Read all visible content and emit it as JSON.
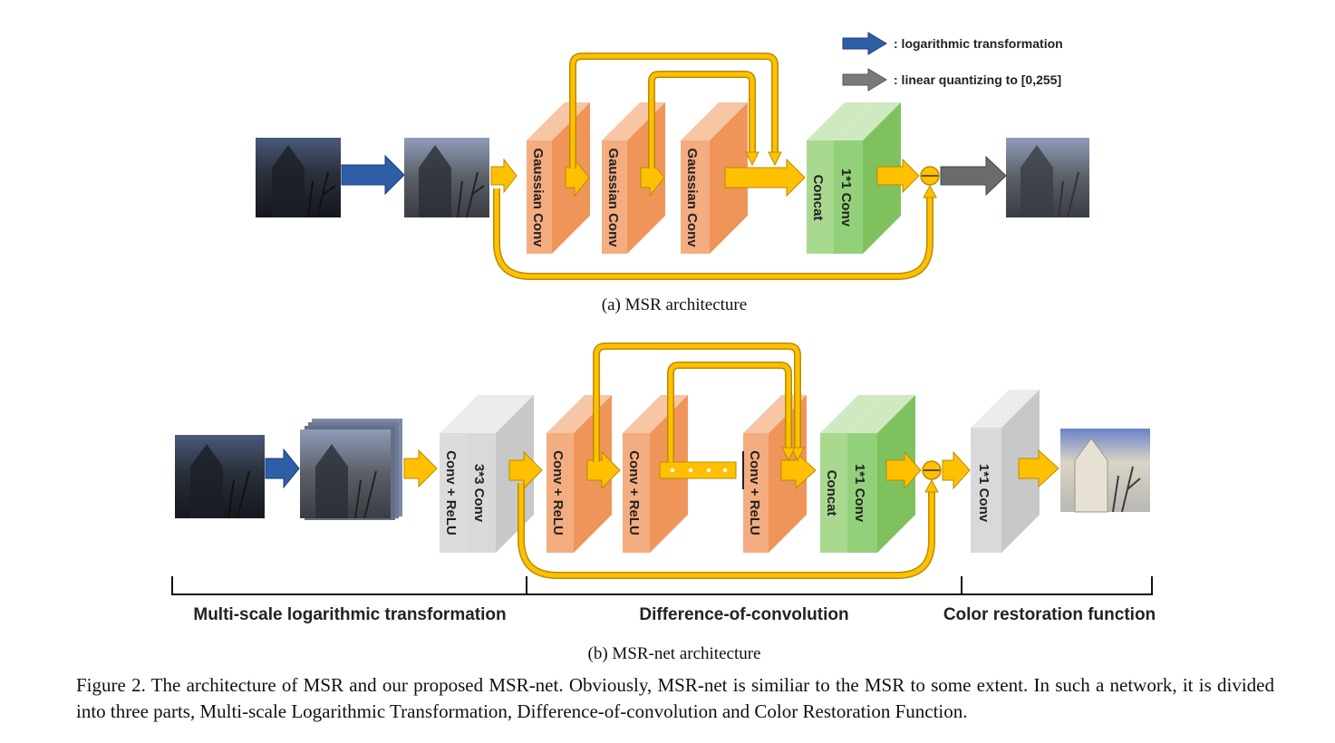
{
  "legend": {
    "log_label": ": logarithmic transformation",
    "quant_label": ": linear quantizing to [0,255]"
  },
  "msr": {
    "caption": "(a)  MSR architecture",
    "blocks": [
      "Gaussian Conv",
      "Gaussian Conv",
      "Gaussian Conv"
    ],
    "concat": "Concat",
    "conv11": "1*1 Conv"
  },
  "msrnet": {
    "caption": "(b)  MSR-net architecture",
    "block_conv33": "3*3 Conv",
    "block_relu0": "Conv + ReLU",
    "block_relu1": "Conv + ReLU",
    "block_relu2": "Conv + ReLU",
    "block_relu3": "Conv + ReLU",
    "concat": "Concat",
    "conv11": "1*1 Conv",
    "final_conv11": "1*1 Conv",
    "sections": [
      "Multi-scale logarithmic transformation",
      "Difference-of-convolution",
      "Color restoration function"
    ]
  },
  "figure_caption": "Figure 2. The architecture of MSR and our proposed MSR-net.  Obviously, MSR-net is similiar to the MSR to some extent.  In such a network, it is divided into three parts, Multi-scale Logarithmic Transformation, Difference-of-convolution and Color Restoration Function.",
  "colors": {
    "log_arrow": "#2e5ea6",
    "quant_arrow": "#6b6b6b",
    "flow_arrow": "#ffc000",
    "orange_block": "#f0955a",
    "green_block": "#92d17a",
    "gray_block": "#d9d9d9"
  }
}
